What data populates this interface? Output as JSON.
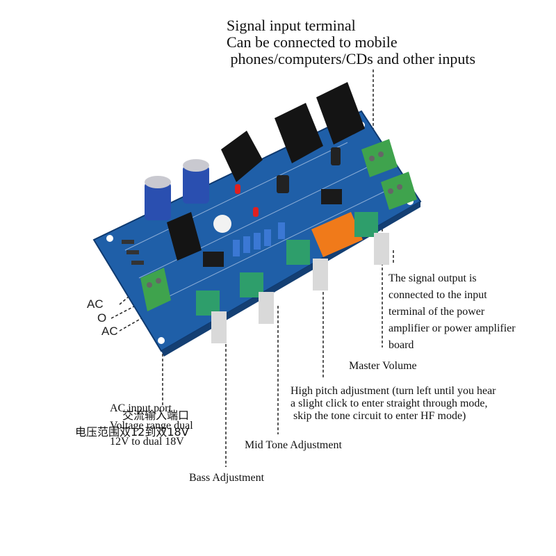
{
  "callouts": {
    "signal_input": {
      "line1": "Signal input terminal",
      "line2": "Can be connected to mobile",
      "line3": " phones/computers/CDs and other inputs"
    },
    "signal_output": {
      "line1": "The signal output is",
      "line2": "connected to the input",
      "line3": "terminal of the power",
      "line4": "amplifier or power amplifier",
      "line5": "board"
    },
    "master_volume": "Master Volume",
    "high_pitch": {
      "line1": "High pitch adjustment (turn left until you hear",
      "line2": "a slight click to enter straight through mode,",
      "line3": " skip the tone circuit to enter HF mode)"
    },
    "mid_tone": "Mid Tone Adjustment",
    "bass": "Bass Adjustment",
    "ac_input": {
      "line1": "AC input port",
      "line1_cn": "交流输入端口",
      "line2": "Voltage range dual",
      "line2_cn": "电压范围双12到双18V",
      "line3": "12V to dual 18V"
    },
    "ac_terminals": [
      "AC",
      "O",
      "AC"
    ]
  },
  "board": {
    "pcb_color": "#1f5fa8",
    "silkscreen_color": "#e8f0ff",
    "knob_base_color": "#2e9e6b",
    "capacitor_color": "#2a4fb0",
    "relay_color": "#f07a1a",
    "terminal_color": "#3fa34d"
  }
}
